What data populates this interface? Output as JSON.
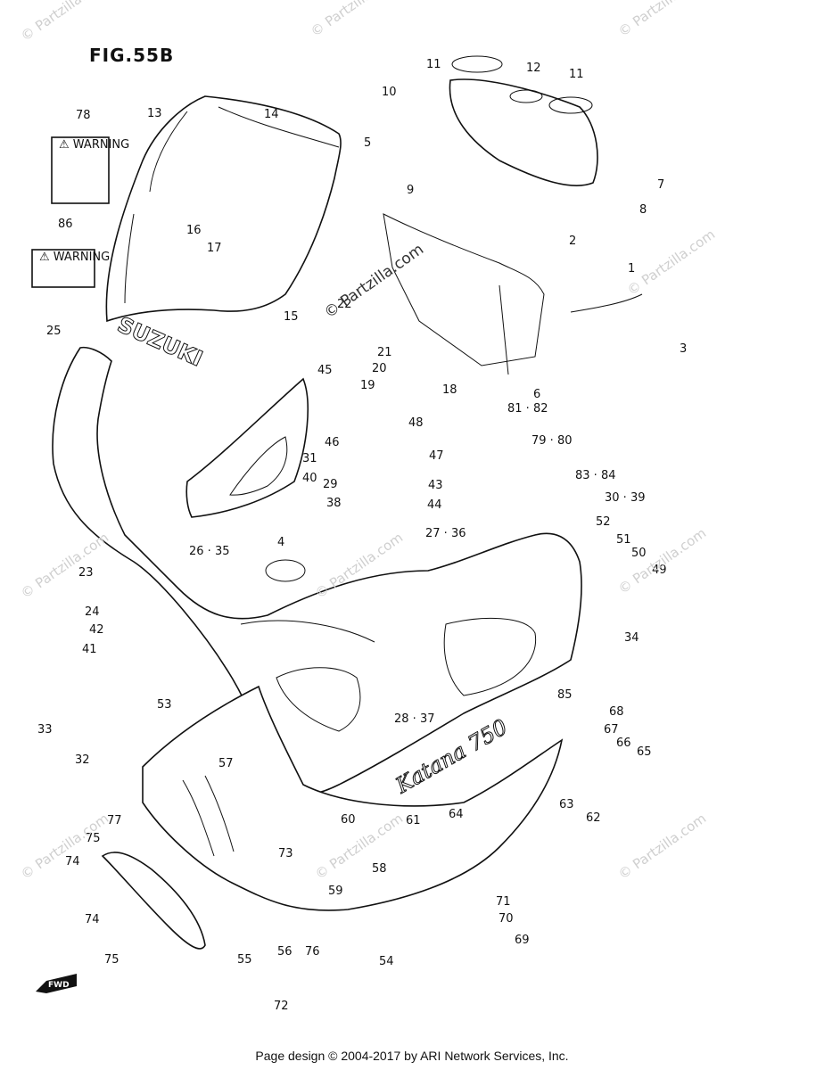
{
  "figure": {
    "title": "FIG.55B",
    "footer": "Page design © 2004-2017 by ARI Network Services, Inc.",
    "watermark": "© Partzilla.com",
    "brand_text": "SUZUKI",
    "model_text": "Katana 750",
    "fwd_label": "FWD",
    "warning_label": "⚠ WARNING"
  },
  "callouts": [
    {
      "label": "78"
    },
    {
      "label": "86"
    },
    {
      "label": "13"
    },
    {
      "label": "14"
    },
    {
      "label": "11"
    },
    {
      "label": "12"
    },
    {
      "label": "11"
    },
    {
      "label": "10"
    },
    {
      "label": "5"
    },
    {
      "label": "7"
    },
    {
      "label": "9"
    },
    {
      "label": "8"
    },
    {
      "label": "16"
    },
    {
      "label": "17"
    },
    {
      "label": "15"
    },
    {
      "label": "22"
    },
    {
      "label": "2"
    },
    {
      "label": "1"
    },
    {
      "label": "3"
    },
    {
      "label": "25"
    },
    {
      "label": "21"
    },
    {
      "label": "20"
    },
    {
      "label": "19"
    },
    {
      "label": "18"
    },
    {
      "label": "6"
    },
    {
      "label": "45"
    },
    {
      "label": "48"
    },
    {
      "label": "46"
    },
    {
      "label": "81 · 82"
    },
    {
      "label": "79 · 80"
    },
    {
      "label": "47"
    },
    {
      "label": "31"
    },
    {
      "label": "40"
    },
    {
      "label": "29"
    },
    {
      "label": "43"
    },
    {
      "label": "38"
    },
    {
      "label": "44"
    },
    {
      "label": "83 · 84"
    },
    {
      "label": "30 · 39"
    },
    {
      "label": "26 · 35"
    },
    {
      "label": "4"
    },
    {
      "label": "27 · 36"
    },
    {
      "label": "52"
    },
    {
      "label": "51"
    },
    {
      "label": "50"
    },
    {
      "label": "49"
    },
    {
      "label": "23"
    },
    {
      "label": "24"
    },
    {
      "label": "42"
    },
    {
      "label": "41"
    },
    {
      "label": "34"
    },
    {
      "label": "33"
    },
    {
      "label": "32"
    },
    {
      "label": "53"
    },
    {
      "label": "85"
    },
    {
      "label": "68"
    },
    {
      "label": "67"
    },
    {
      "label": "66"
    },
    {
      "label": "65"
    },
    {
      "label": "28 · 37"
    },
    {
      "label": "57"
    },
    {
      "label": "63"
    },
    {
      "label": "62"
    },
    {
      "label": "77"
    },
    {
      "label": "60"
    },
    {
      "label": "61"
    },
    {
      "label": "64"
    },
    {
      "label": "75"
    },
    {
      "label": "73"
    },
    {
      "label": "74"
    },
    {
      "label": "58"
    },
    {
      "label": "59"
    },
    {
      "label": "71"
    },
    {
      "label": "70"
    },
    {
      "label": "74"
    },
    {
      "label": "75"
    },
    {
      "label": "55"
    },
    {
      "label": "56"
    },
    {
      "label": "76"
    },
    {
      "label": "54"
    },
    {
      "label": "69"
    },
    {
      "label": "72"
    }
  ]
}
